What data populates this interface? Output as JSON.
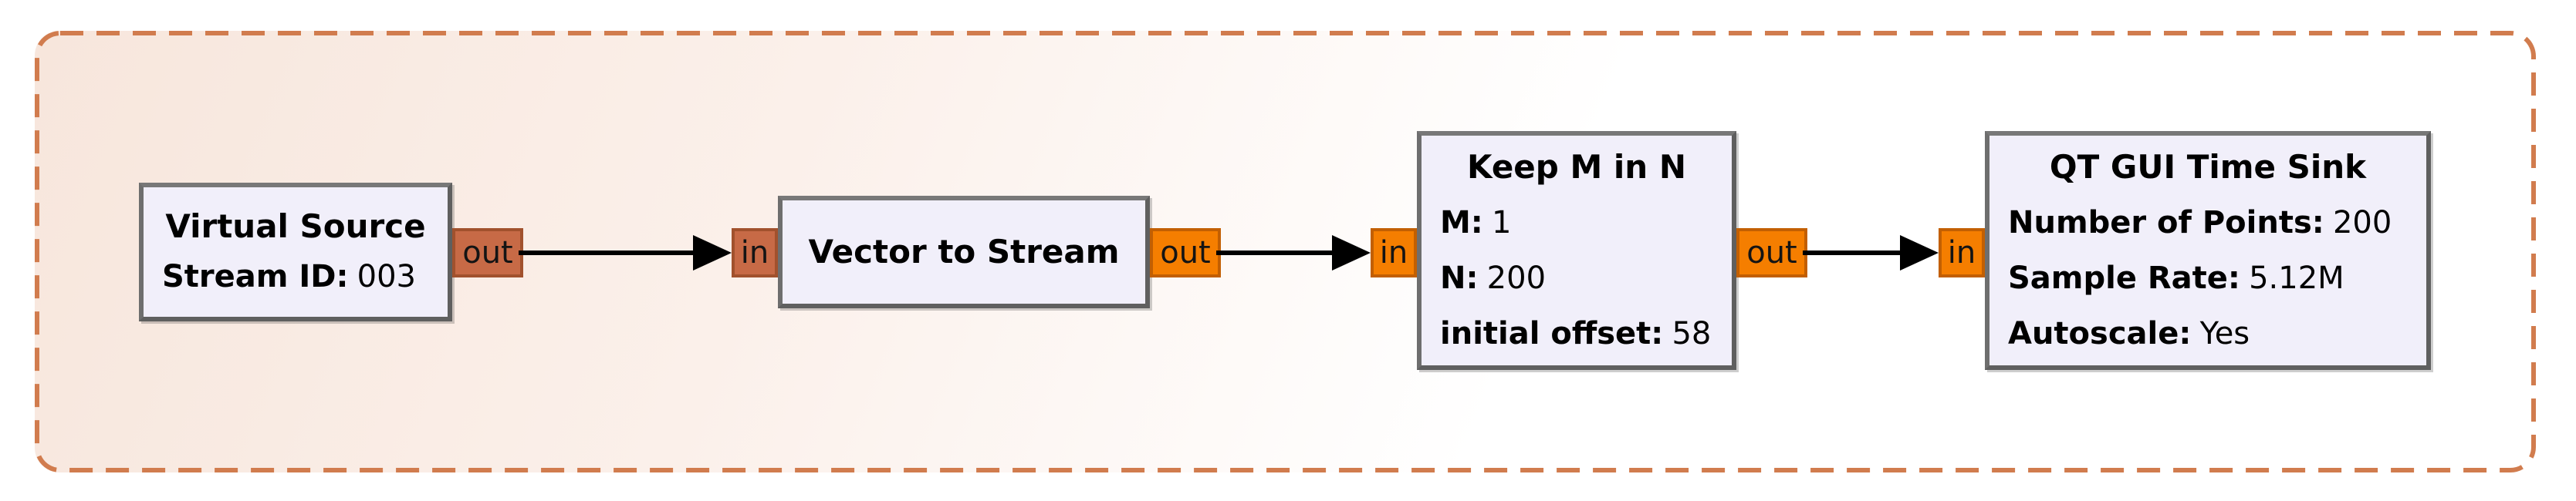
{
  "flowgraph": {
    "description": "GNU Radio Companion flowgraph canvas",
    "port_labels": {
      "in": "in",
      "out": "out"
    },
    "blocks": [
      {
        "id": "virtual_source",
        "title": "Virtual Source",
        "params": [
          {
            "label": "Stream ID:",
            "value": "003"
          }
        ]
      },
      {
        "id": "vector_to_stream",
        "title": "Vector to Stream",
        "params": []
      },
      {
        "id": "keep_m_in_n",
        "title": "Keep M in N",
        "params": [
          {
            "label": "M:",
            "value": "1"
          },
          {
            "label": "N:",
            "value": "200"
          },
          {
            "label": "initial offset:",
            "value": "58"
          }
        ]
      },
      {
        "id": "qt_gui_time_sink",
        "title": "QT GUI Time Sink",
        "params": [
          {
            "label": "Number of Points:",
            "value": "200"
          },
          {
            "label": "Sample Rate:",
            "value": "5.12M"
          },
          {
            "label": "Autoscale:",
            "value": "Yes"
          }
        ]
      }
    ],
    "colors": {
      "stream_port_fill": "#F57E00",
      "stream_port_border": "#C25F02",
      "vector_port_fill": "#C76A46",
      "vector_port_border": "#A1512D",
      "block_fill": "#F1EFFA",
      "block_border": "#5F5F5F",
      "canvas_dashed_border": "#D17C4E",
      "canvas_gradient_start": "#F7E6DC",
      "wire": "#000000"
    }
  }
}
